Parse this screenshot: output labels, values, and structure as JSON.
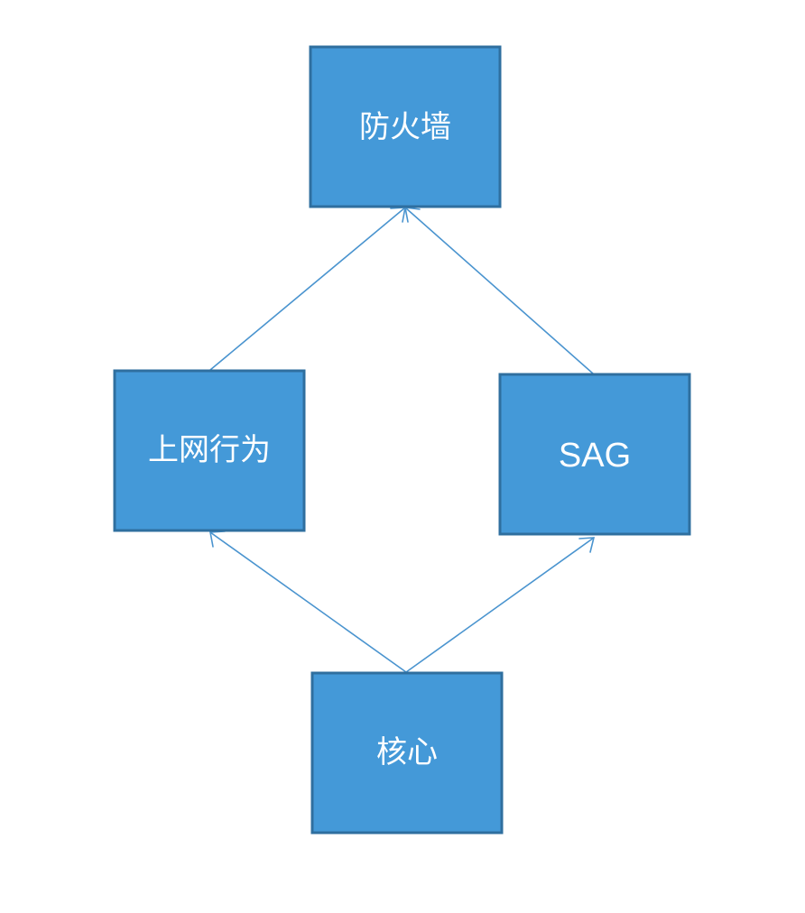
{
  "diagram": {
    "nodes": {
      "firewall": {
        "label": "防火墙"
      },
      "behavior": {
        "label": "上网行为"
      },
      "sag": {
        "label": "SAG"
      },
      "core": {
        "label": "核心"
      }
    },
    "edges": [
      {
        "from": "core",
        "to": "behavior"
      },
      {
        "from": "core",
        "to": "sag"
      },
      {
        "from": "behavior",
        "to": "firewall"
      },
      {
        "from": "sag",
        "to": "firewall"
      }
    ],
    "colors": {
      "box_fill": "#4499d8",
      "box_border": "#2f6f9f",
      "arrow": "#4a94cf",
      "label": "#ffffff",
      "background": "#ffffff"
    }
  }
}
